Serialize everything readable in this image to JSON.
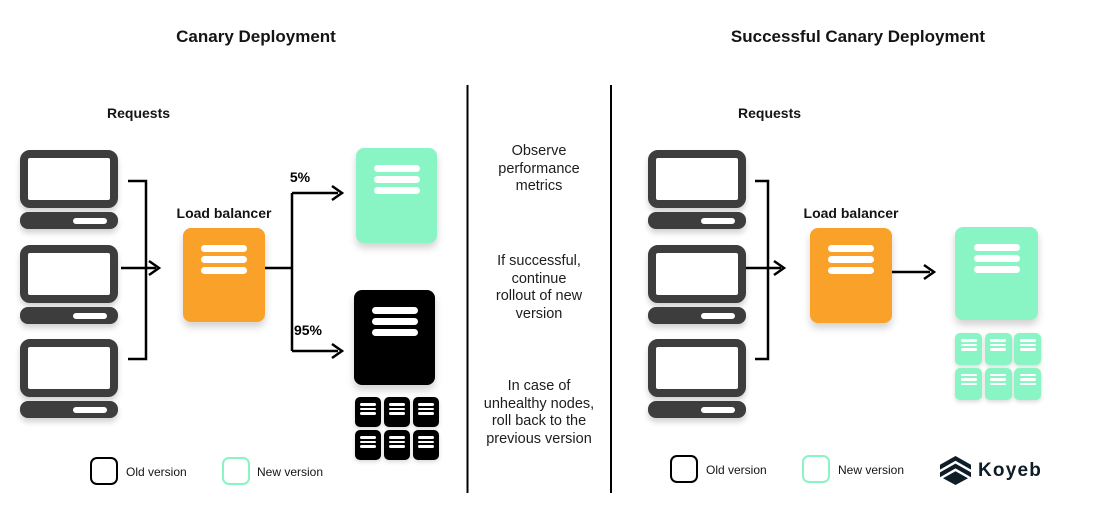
{
  "left": {
    "title": "Canary Deployment",
    "requests_label": "Requests",
    "load_balancer_label": "Load balancer",
    "canary_traffic": "5%",
    "stable_traffic": "95%",
    "legend": {
      "old_label": "Old version",
      "new_label": "New version"
    }
  },
  "middle": {
    "notes": [
      "Observe\nperformance\nmetrics",
      "If successful,\ncontinue\nrollout of new\nversion",
      "In case of\nunhealthy nodes,\nroll back to the\nprevious version"
    ]
  },
  "right": {
    "title": "Successful Canary Deployment",
    "requests_label": "Requests",
    "load_balancer_label": "Load balancer",
    "legend": {
      "old_label": "Old version",
      "new_label": "New version"
    }
  },
  "brand": {
    "name": "Koyeb"
  },
  "colors": {
    "laptop_dark": "#3d3d3d",
    "load_balancer_orange": "#FAA129",
    "new_version_mint": "#8AF5C4",
    "old_version_black": "#000000",
    "brand_navy": "#0E1D26"
  }
}
